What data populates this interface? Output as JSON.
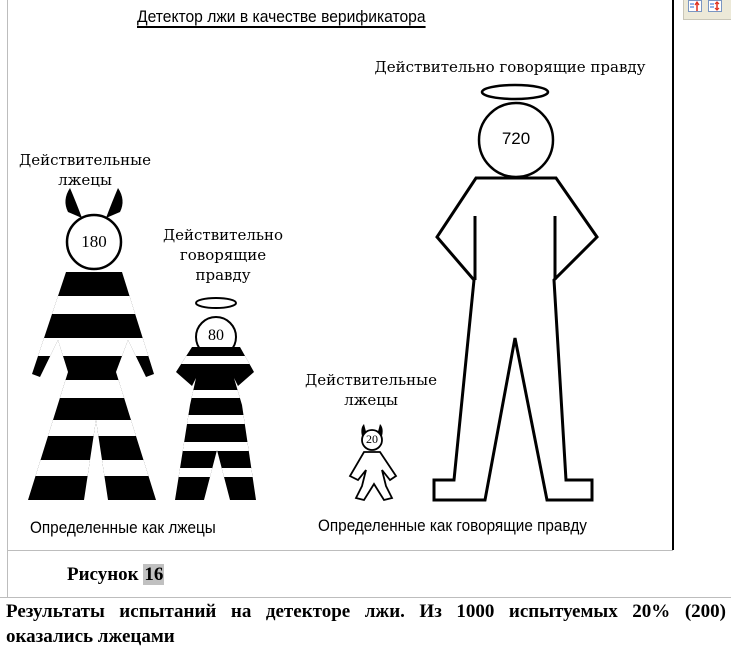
{
  "figure": {
    "title": "Детектор лжи в качестве верификатора",
    "groups": [
      {
        "label": "Определенные как лжецы",
        "figures": [
          {
            "label_lines": [
              "Действительные",
              "лжецы"
            ],
            "count": "180",
            "type": "liar"
          },
          {
            "label_lines": [
              "Действительно",
              "говорящие",
              "правду"
            ],
            "count": "80",
            "type": "truthful"
          }
        ]
      },
      {
        "label": "Определенные как говорящие правду",
        "figures": [
          {
            "label_lines": [
              "Действительные",
              "лжецы"
            ],
            "count": "20",
            "type": "liar"
          },
          {
            "label_lines": [
              "Действительно говорящие правду"
            ],
            "count": "720",
            "type": "truthful"
          }
        ]
      }
    ]
  },
  "caption": {
    "prefix": "Рисунок",
    "number": "16"
  },
  "description": "Результаты испытаний на детекторе лжи. Из 1000 испытуемых 20% (200) оказались лжецами",
  "toolbar": {
    "buttons": [
      {
        "icon": "sort-up-icon",
        "color": "#e0301e"
      },
      {
        "icon": "sort-updown-icon",
        "color": "#e0301e"
      }
    ]
  },
  "chart_data": {
    "type": "table",
    "title": "Детектор лжи в качестве верификатора",
    "columns": [
      "Определенные как лжецы",
      "Определенные как говорящие правду"
    ],
    "rows": [
      {
        "name": "Действительные лжецы",
        "values": [
          180,
          20
        ]
      },
      {
        "name": "Действительно говорящие правду",
        "values": [
          80,
          720
        ]
      }
    ],
    "total": 1000
  }
}
